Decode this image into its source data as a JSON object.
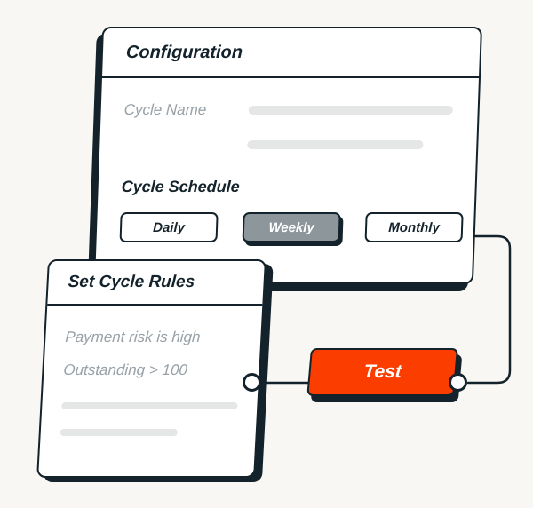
{
  "colors": {
    "background": "#f8f7f4",
    "ink": "#14232b",
    "accent": "#fb3d00",
    "muted_text": "#98a1a7",
    "skeleton_bar": "#e5e6e6",
    "selected_option_bg": "#8c969b"
  },
  "config_card": {
    "title": "Configuration",
    "cycle_name_label": "Cycle Name",
    "cycle_schedule_label": "Cycle Schedule",
    "schedule_options": [
      {
        "label": "Daily",
        "selected": false
      },
      {
        "label": "Weekly",
        "selected": true
      },
      {
        "label": "Monthly",
        "selected": false
      }
    ]
  },
  "rules_card": {
    "title": "Set Cycle Rules",
    "items": [
      "Payment risk is high",
      "Outstanding > 100"
    ]
  },
  "test_button": {
    "label": "Test"
  }
}
